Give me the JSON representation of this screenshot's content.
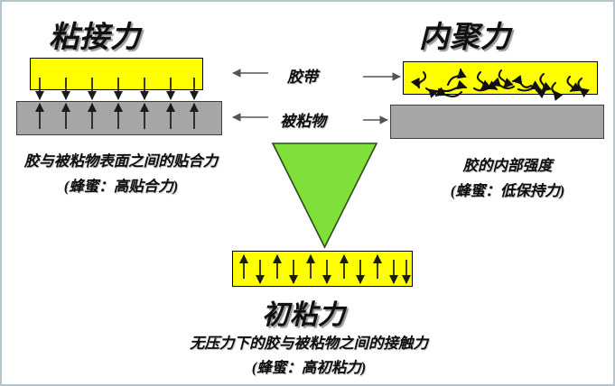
{
  "diagram": {
    "title_left": "粘接力",
    "title_right": "内聚力",
    "title_bottom": "初粘力",
    "center_label_top": "胶带",
    "center_label_bottom": "被粘物",
    "caption_left_line1": "胶与被粘物表面之间的贴合力",
    "caption_left_line2": "(蜂蜜：高贴合力)",
    "caption_right_line1": "胶的内部强度",
    "caption_right_line2": "(蜂蜜：低保持力)",
    "caption_bottom_line1": "无压力下的胶与被粘物之间的接触力",
    "caption_bottom_line2": "(蜂蜜：高初粘力)"
  },
  "colors": {
    "tape": "#ffff00",
    "substrate": "#a6a6a6",
    "triangle": "#7fe03c",
    "outline": "#000000",
    "frame": "#b8c4cc",
    "arrow": "#1a1a1a"
  },
  "shapes": {
    "adhesion_arrow_pairs": 7,
    "tack_up_arrows": 5,
    "tack_down_arrows": 6,
    "cohesion_squiggles": 16,
    "triangle_direction": "down"
  }
}
